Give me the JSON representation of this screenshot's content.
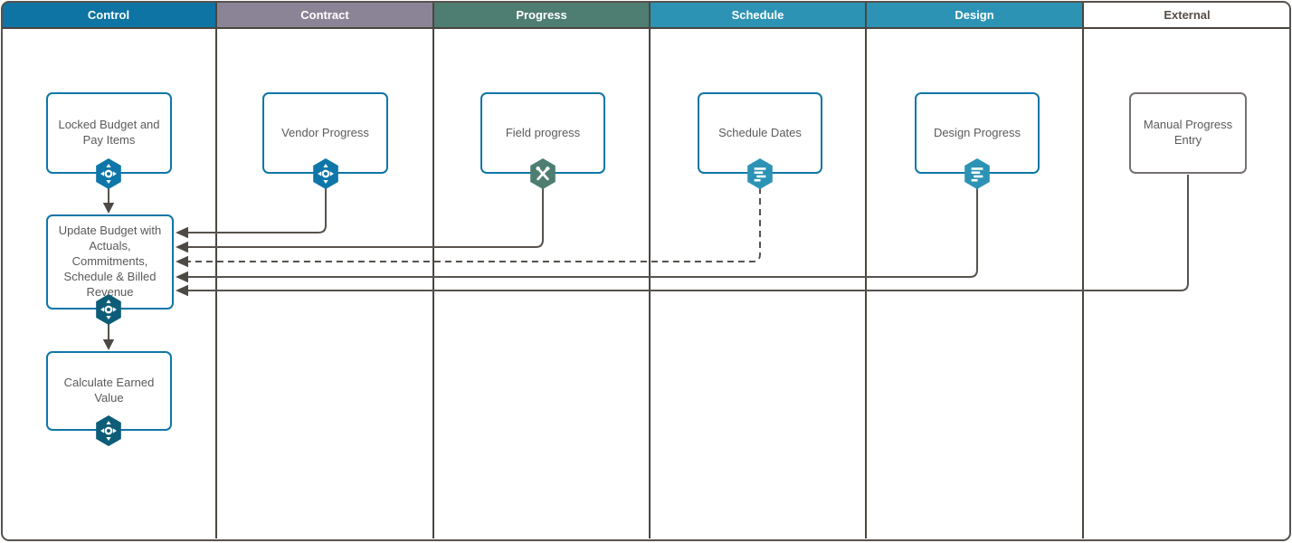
{
  "diagram": {
    "type": "swimlane-flowchart",
    "lane_count": 6
  },
  "lanes": [
    {
      "label": "Control",
      "color": "#0d74a4",
      "text_color": "#ffffff"
    },
    {
      "label": "Contract",
      "color": "#8b8496",
      "text_color": "#ffffff"
    },
    {
      "label": "Progress",
      "color": "#4e7d71",
      "text_color": "#ffffff"
    },
    {
      "label": "Schedule",
      "color": "#2d93b5",
      "text_color": "#ffffff"
    },
    {
      "label": "Design",
      "color": "#2d93b5",
      "text_color": "#ffffff"
    },
    {
      "label": "External",
      "color": "#ffffff",
      "text_color": "#554e47"
    }
  ],
  "nodes": [
    {
      "id": "locked-budget",
      "lane": "Control",
      "label": "Locked Budget and Pay Items",
      "icon": "move-arrows-icon",
      "border_color": "#0e76a8",
      "icon_color": "#0e76a8"
    },
    {
      "id": "vendor-progress",
      "lane": "Contract",
      "label": "Vendor Progress",
      "icon": "move-arrows-icon",
      "border_color": "#0e76a8",
      "icon_color": "#0e76a8"
    },
    {
      "id": "field-progress",
      "lane": "Progress",
      "label": "Field progress",
      "icon": "crossed-tools-icon",
      "border_color": "#0e76a8",
      "icon_color": "#4e7d71"
    },
    {
      "id": "schedule-dates",
      "lane": "Schedule",
      "label": "Schedule Dates",
      "icon": "task-list-icon",
      "border_color": "#0e76a8",
      "icon_color": "#2d93b5"
    },
    {
      "id": "design-progress",
      "lane": "Design",
      "label": "Design Progress",
      "icon": "task-list-icon",
      "border_color": "#0e76a8",
      "icon_color": "#2d93b5"
    },
    {
      "id": "manual-progress-entry",
      "lane": "External",
      "label": "Manual Progress Entry",
      "icon": null,
      "border_color": "#767170",
      "icon_color": null
    },
    {
      "id": "update-budget",
      "lane": "Control",
      "label": "Update Budget with Actuals, Commitments, Schedule & Billed Revenue",
      "icon": "move-arrows-icon",
      "border_color": "#0e76a8",
      "icon_color": "#0d5c78"
    },
    {
      "id": "calculate-earned-value",
      "lane": "Control",
      "label": "Calculate Earned Value",
      "icon": "move-arrows-icon",
      "border_color": "#0e76a8",
      "icon_color": "#0d5c78"
    }
  ],
  "connectors": [
    {
      "from": "locked-budget",
      "to": "update-budget",
      "style": "solid"
    },
    {
      "from": "vendor-progress",
      "to": "update-budget",
      "style": "solid"
    },
    {
      "from": "field-progress",
      "to": "update-budget",
      "style": "solid"
    },
    {
      "from": "schedule-dates",
      "to": "update-budget",
      "style": "dashed"
    },
    {
      "from": "design-progress",
      "to": "update-budget",
      "style": "solid"
    },
    {
      "from": "manual-progress-entry",
      "to": "update-budget",
      "style": "solid"
    },
    {
      "from": "update-budget",
      "to": "calculate-earned-value",
      "style": "solid"
    }
  ],
  "colors": {
    "connector": "#57524d",
    "lane_border": "#4a463f",
    "node_text": "#5a5a5a",
    "node_border_blue": "#0e76a8",
    "node_border_gray": "#767170",
    "badge_blue": "#0e76a8",
    "badge_dark_teal": "#0d5c78",
    "badge_green": "#4e7d71",
    "badge_light_blue": "#2d93b5"
  }
}
